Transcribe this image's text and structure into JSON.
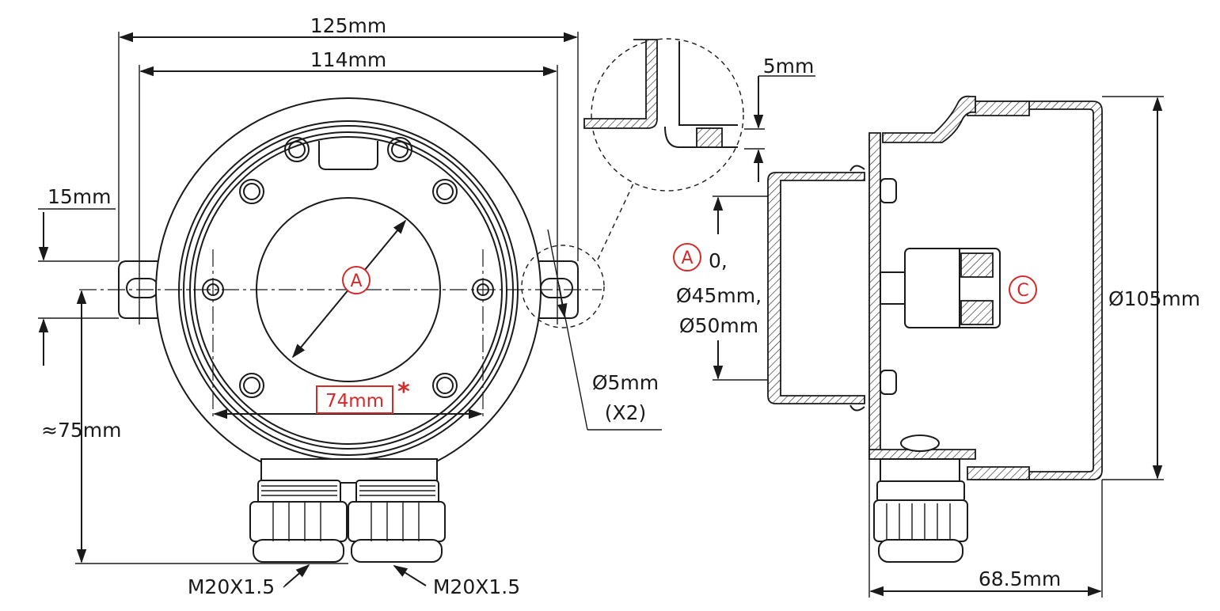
{
  "front_view": {
    "width_overall": "125mm",
    "width_mount": "114mm",
    "flange_height": "15mm",
    "center_height": "≈75mm",
    "hole_spacing": "74mm",
    "hole_spacing_marker": "*",
    "callout_a": "A",
    "mount_hole": "Ø5mm",
    "mount_hole_count": "(X2)",
    "gland_left": "M20X1.5",
    "gland_right": "M20X1.5"
  },
  "detail_view": {
    "thickness": "5mm"
  },
  "side_view": {
    "callout_a": "A",
    "opening_line1": "0,",
    "opening_line2": "Ø45mm,",
    "opening_line3": "Ø50mm",
    "callout_c": "C",
    "diameter": "Ø105mm",
    "depth": "68.5mm"
  },
  "colors": {
    "line": "#1a1a1a",
    "accent_red": "#d42a2a"
  }
}
